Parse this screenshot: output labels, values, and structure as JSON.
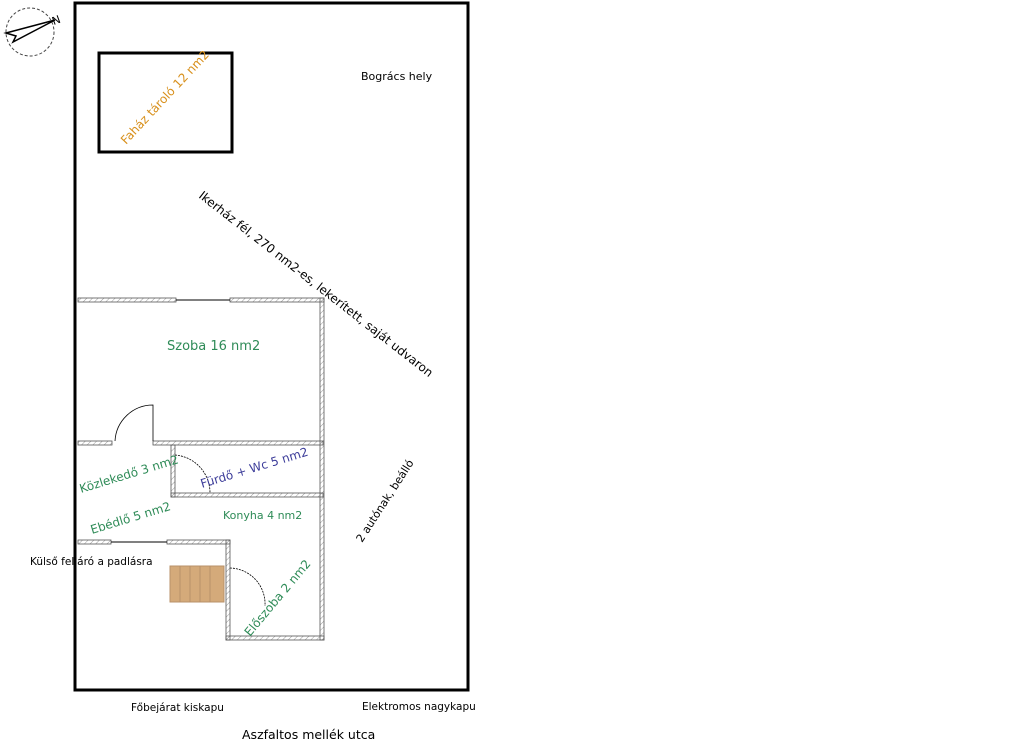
{
  "compass_letter": "N",
  "labels": {
    "shed": "Faház tároló 12 nm2",
    "bbq": "Bogrács hely",
    "yard": "Ikerház fél, 270 nm2-es, lekerített, saját udvaron",
    "room": "Szoba 16 nm2",
    "corridor": "Közlekedő 3 nm2",
    "bath": "Fürdő + Wc 5 nm2",
    "dining": "Ebédlő 5 nm2",
    "kitchen": "Konyha 4 nm2",
    "parking": "2 autónak, beálló",
    "attic": "Külső feljáró a padlásra",
    "hall": "Előszoba 2 nm2",
    "main_gate": "Főbejárat kiskapu",
    "electric_gate": "Elektromos nagykapu",
    "street": "Aszfaltos mellék utca"
  },
  "colors": {
    "green": "#2e8b57",
    "blue": "#3b3b99",
    "orange": "#d8901c",
    "stairs": "#d4aa7a"
  }
}
